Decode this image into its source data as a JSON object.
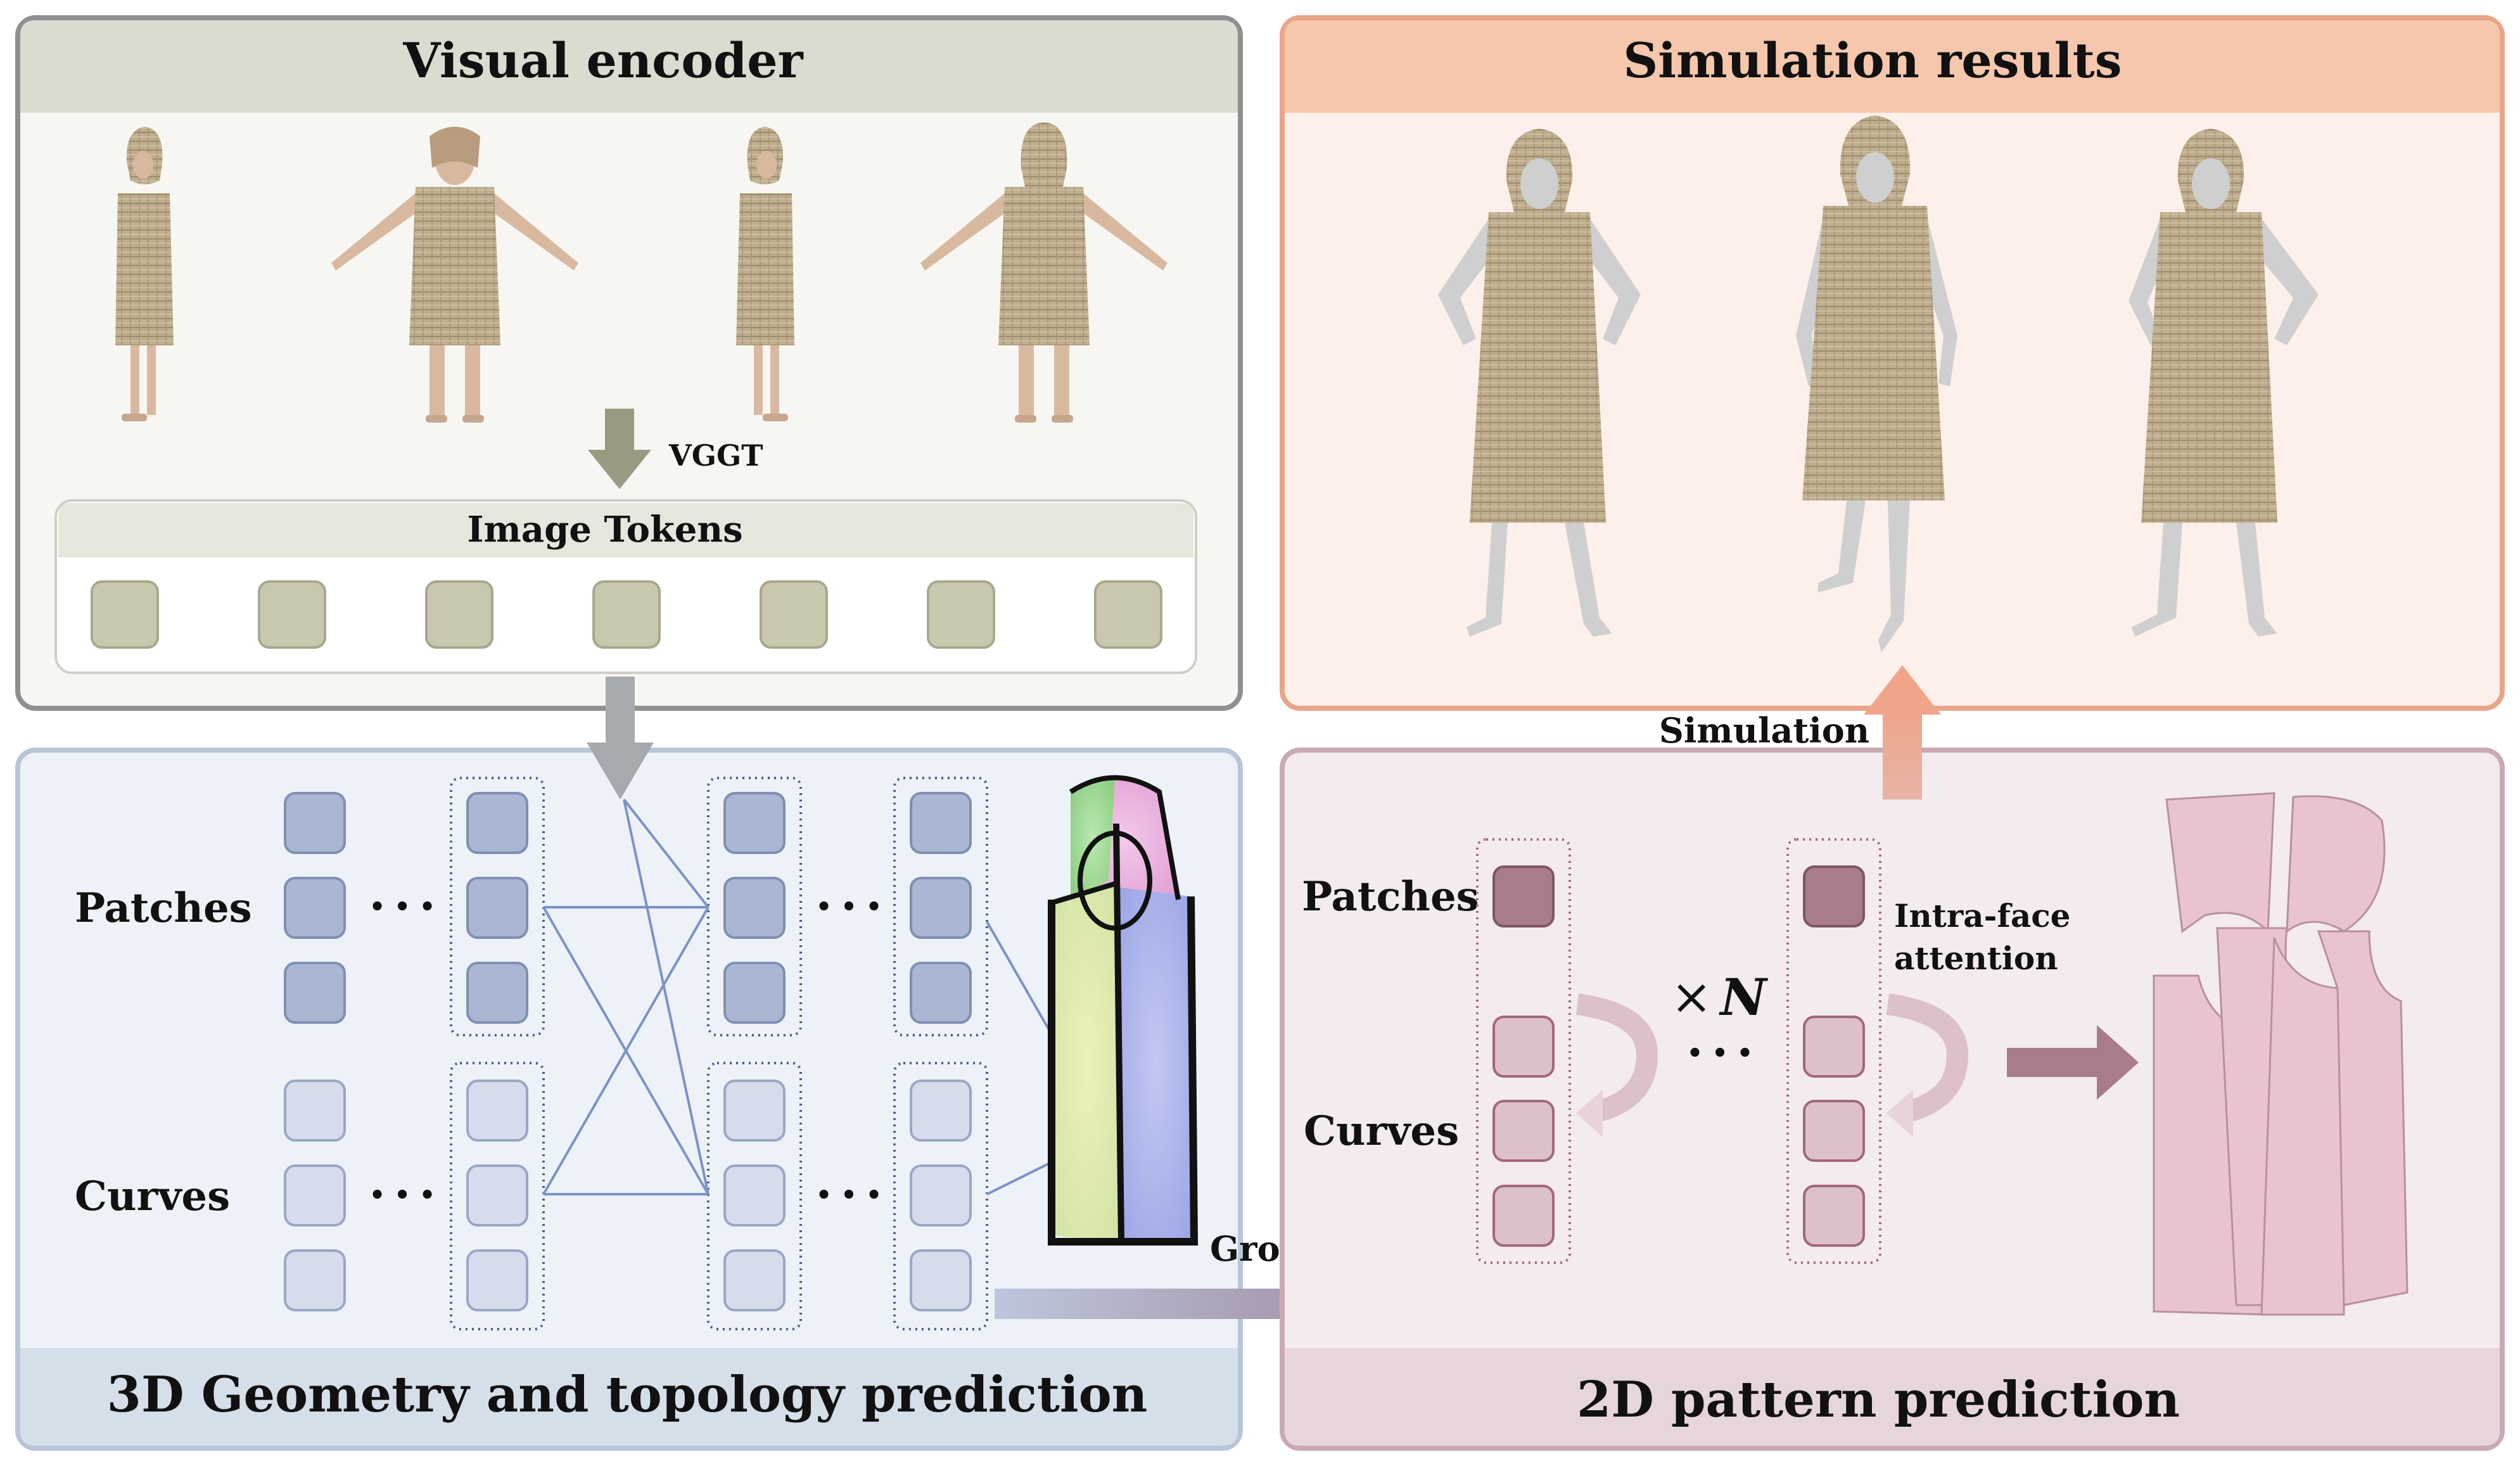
{
  "panels": {
    "visual_encoder": {
      "title": "Visual encoder",
      "arrow_label": "VGGT",
      "tokens_title": "Image Tokens",
      "token_count": 7,
      "view_icon": "hooded-dress-avatar-icon"
    },
    "simulation": {
      "title": "Simulation results",
      "arrow_label": "Simulation",
      "pose_icon": "posed-avatar-icon"
    },
    "geometry": {
      "title": "3D Geometry and topology prediction",
      "row_labels": {
        "patches": "Patches",
        "curves": "Curves"
      },
      "ellipsis": "• • •",
      "group_label": "Group",
      "mesh_icon": "segmented-garment-pointcloud-icon"
    },
    "pattern": {
      "title": "2D pattern prediction",
      "row_labels": {
        "patches": "Patches",
        "curves": "Curves"
      },
      "repeat_symbol": "×",
      "repeat_var": "N",
      "ellipsis": "• • •",
      "attention_label_line1": "Intra-face",
      "attention_label_line2": "attention",
      "pieces_icon": "sewing-pattern-pieces-icon"
    }
  },
  "colors": {
    "encoder_header": "#dcdbd0",
    "encoder_bg": "#f7f6f2",
    "sim_header": "#f6c7ad",
    "sim_bg": "#fdf0ea",
    "geo_bg": "#edf2f8",
    "geo_footer": "#d5dfea",
    "pat_bg": "#f3ebee",
    "pat_footer": "#e6d6dc",
    "blue_token": "#aab6d2",
    "light_token": "#d6dcec",
    "olive_token": "#c9c7ae",
    "mauve_token": "#a97c8d",
    "pink_token": "#dcc0ca",
    "pattern_piece": "#e9c4cf",
    "fabric": "#bfae8e",
    "skin": "#cfcfcf"
  }
}
